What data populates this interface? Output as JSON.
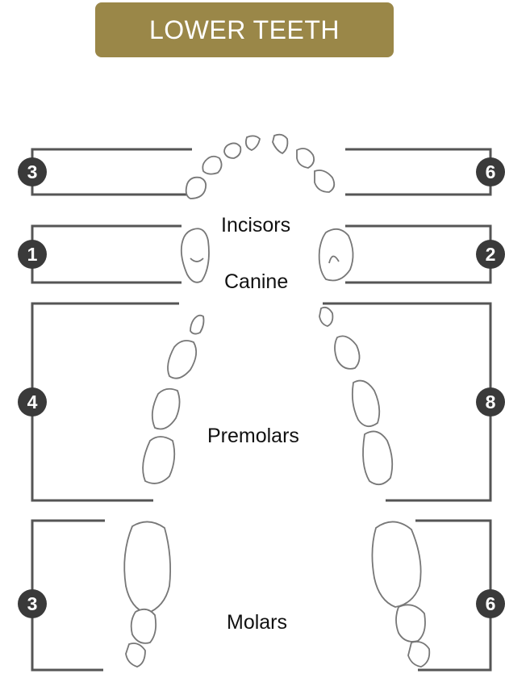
{
  "header": {
    "title": "LOWER TEETH"
  },
  "colors": {
    "title_bg": "#9a8748",
    "bracket": "#555555",
    "badge": "#3a3a3a",
    "tooth_outline": "#777777"
  },
  "groups": [
    {
      "label": "Incisors",
      "left_count": "3",
      "right_count": "6"
    },
    {
      "label": "Canine",
      "left_count": "1",
      "right_count": "2"
    },
    {
      "label": "Premolars",
      "left_count": "4",
      "right_count": "8"
    },
    {
      "label": "Molars",
      "left_count": "3",
      "right_count": "6"
    }
  ]
}
